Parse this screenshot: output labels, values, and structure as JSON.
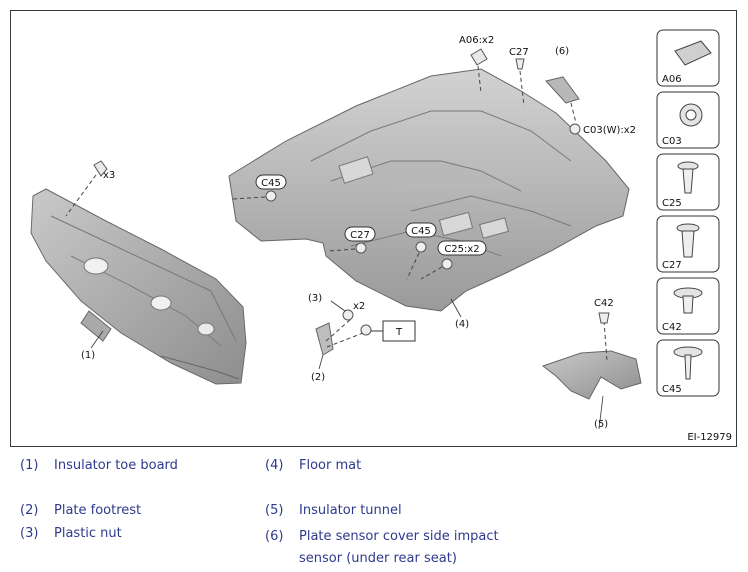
{
  "figure": {
    "id": "EI-12979",
    "callouts": {
      "c1": "(1)",
      "c2": "(2)",
      "c3": "(3)",
      "c4": "(4)",
      "c5": "(5)",
      "c6": "(6)",
      "x3": "x3",
      "x2": "x2",
      "t_box": "T",
      "a06x2": "A06:x2",
      "c27_top": "C27",
      "c03wx2": "C03(W):x2",
      "c45_left": "C45",
      "c27_mid": "C27",
      "c45_mid": "C45",
      "c25x2": "C25:x2",
      "c42": "C42"
    },
    "fastener_panels": [
      "A06",
      "C03",
      "C25",
      "C27",
      "C42",
      "C45"
    ]
  },
  "legend": [
    {
      "num": "(1)",
      "text": "Insulator toe board"
    },
    {
      "num": "(2)",
      "text": "Plate footrest"
    },
    {
      "num": "(3)",
      "text": "Plastic nut"
    },
    {
      "num": "(4)",
      "text": "Floor mat"
    },
    {
      "num": "(5)",
      "text": "Insulator tunnel"
    },
    {
      "num": "(6)",
      "text": "Plate sensor cover side impact sensor (under rear seat)"
    }
  ]
}
